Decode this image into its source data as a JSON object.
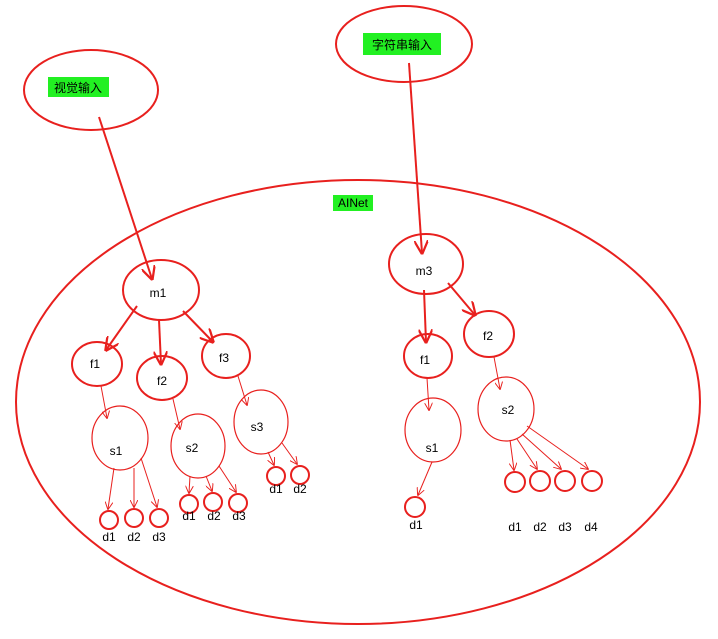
{
  "diagram": {
    "container_label": "AINet",
    "inputs": {
      "visual": "视觉输入",
      "string": "字符串输入"
    },
    "left_tree": {
      "root": "m1",
      "f1": "f1",
      "f2": "f2",
      "f3": "f3",
      "s1": "s1",
      "s2": "s2",
      "s3": "s3",
      "s1_d": [
        "d1",
        "d2",
        "d3"
      ],
      "s2_d": [
        "d1",
        "d2",
        "d3"
      ],
      "s3_d": [
        "d1",
        "d2"
      ]
    },
    "right_tree": {
      "root": "m3",
      "f1": "f1",
      "f2": "f2",
      "s1": "s1",
      "s2": "s2",
      "s1_d": [
        "d1"
      ],
      "s2_d": [
        "d1",
        "d2",
        "d3",
        "d4"
      ]
    }
  },
  "colors": {
    "stroke": "#e8201e",
    "highlight": "#22f022"
  }
}
